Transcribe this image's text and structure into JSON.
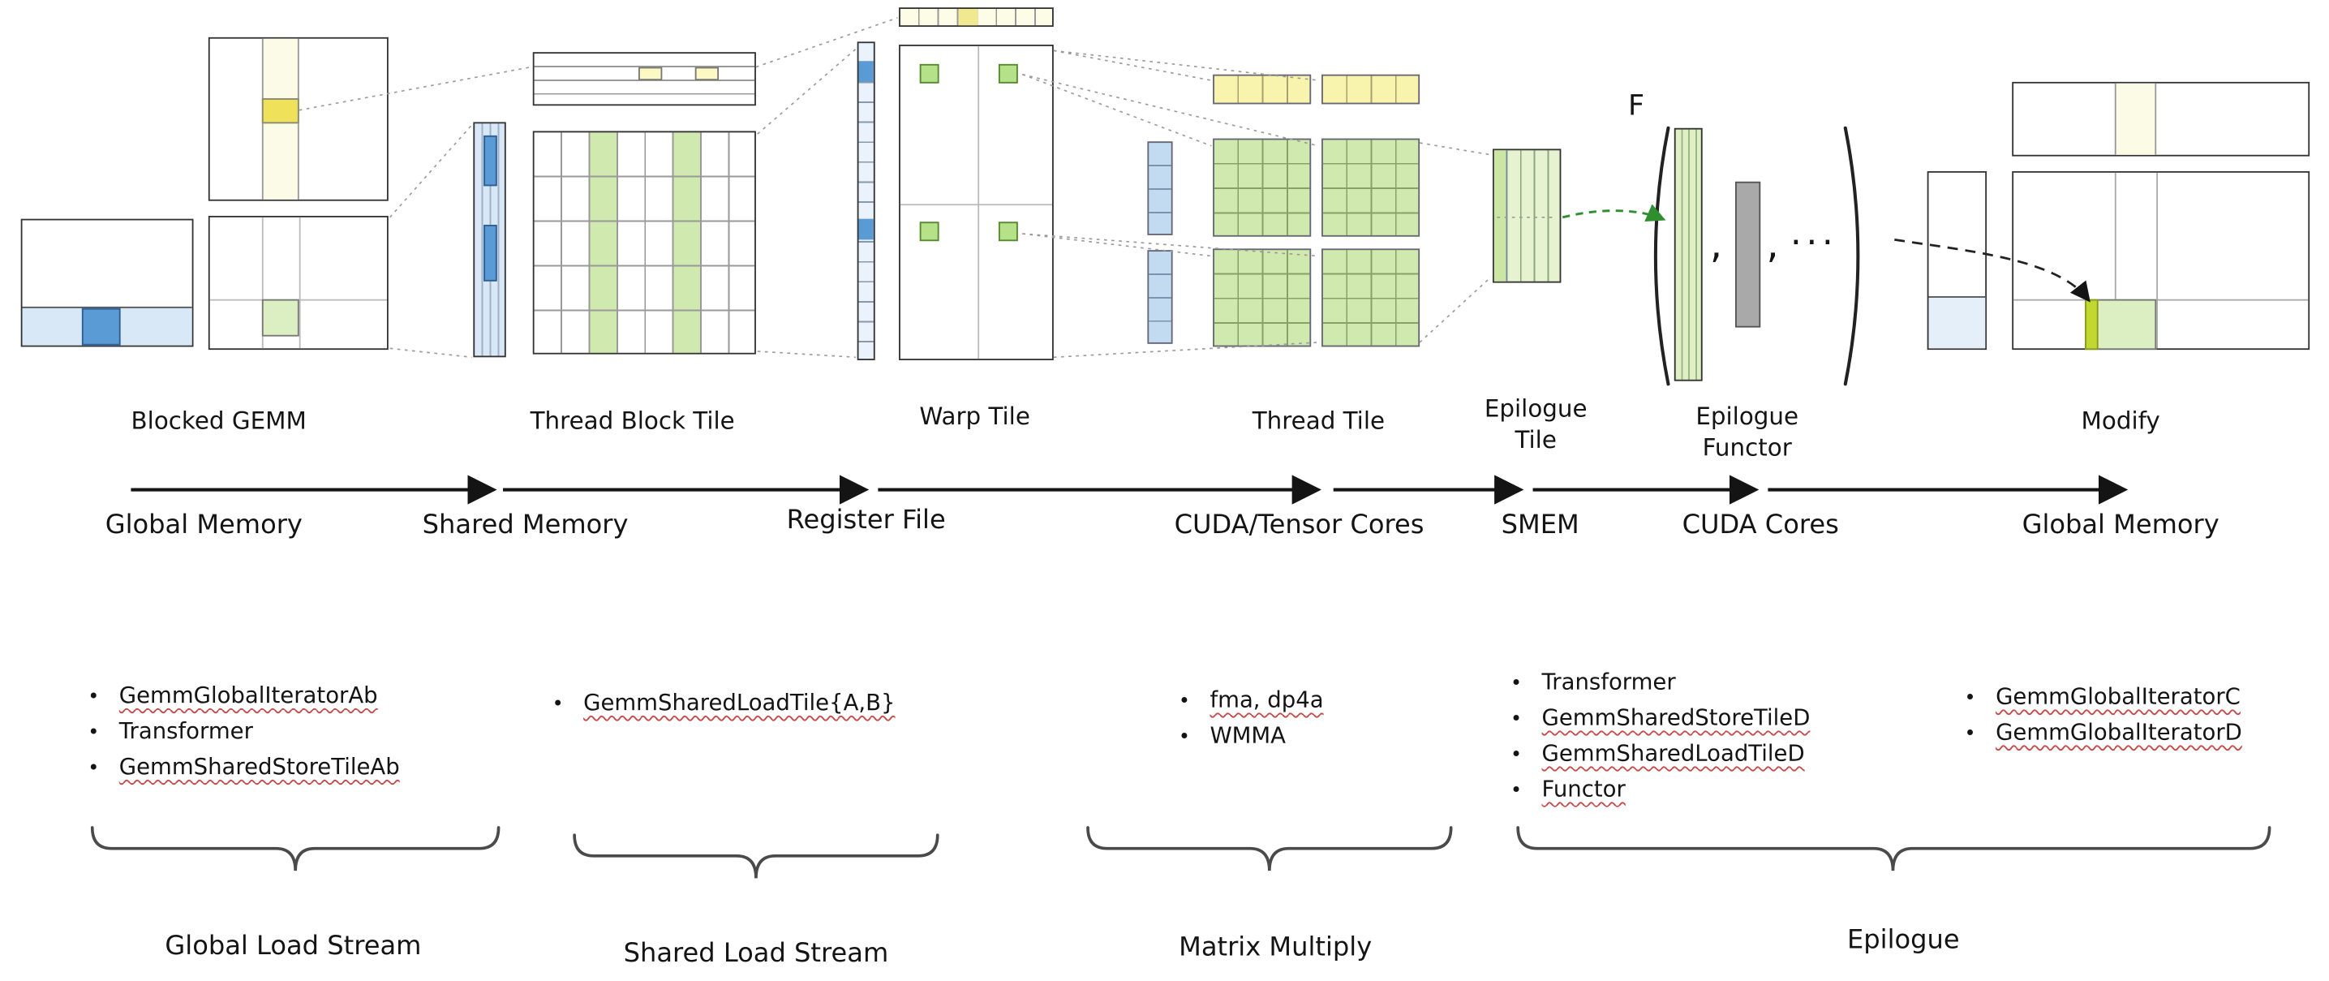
{
  "colors": {
    "light-blue": "#d9e8f6",
    "mid-blue": "#5b9bd5",
    "pale-blue": "#c2dbf0",
    "cream": "#fdfce6",
    "strip-yellow": "#f8f4ad",
    "yellow": "#efe15a",
    "light-green": "#dcefc2",
    "grid-green": "#cfe9ae",
    "bright-green": "#c2d830",
    "gray": "#a9a9a9",
    "text": "#141414",
    "squiggle": "#c64a4a",
    "arrow-green": "#2f8f2f",
    "dotted": "#9a9a9a"
  },
  "stages": {
    "blocked_gemm": "Blocked GEMM",
    "thread_block_tile": "Thread Block Tile",
    "warp_tile": "Warp Tile",
    "thread_tile": "Thread Tile",
    "epilogue_tile": "Epilogue\nTile",
    "epilogue_functor": "Epilogue\nFunctor",
    "modify": "Modify"
  },
  "functor": {
    "f": "F",
    "comma1": ",",
    "comma2": ",",
    "ellipsis": "..."
  },
  "memory": [
    "Global Memory",
    "Shared Memory",
    "Register File",
    "CUDA/Tensor Cores",
    "SMEM",
    "CUDA Cores",
    "Global Memory"
  ],
  "bullets": {
    "global_load": {
      "items": [
        {
          "text": "GemmGlobalIteratorAb",
          "misspelled": true
        },
        {
          "text": "Transformer",
          "misspelled": false
        },
        {
          "text": "GemmSharedStoreTileAb",
          "misspelled": true
        }
      ]
    },
    "shared_load": {
      "items": [
        {
          "text": "GemmSharedLoadTile{A,B}",
          "misspelled": true
        }
      ]
    },
    "matrix_multiply": {
      "items": [
        {
          "text": "fma, dp4a",
          "misspelled": true
        },
        {
          "text": "WMMA",
          "misspelled": false
        }
      ]
    },
    "epilogue_a": {
      "items": [
        {
          "text": "Transformer",
          "misspelled": false
        },
        {
          "text": "GemmSharedStoreTileD",
          "misspelled": true
        },
        {
          "text": "GemmSharedLoadTileD",
          "misspelled": true
        },
        {
          "text": "Functor",
          "misspelled": true
        }
      ]
    },
    "epilogue_b": {
      "items": [
        {
          "text": "GemmGlobalIteratorC",
          "misspelled": true
        },
        {
          "text": "GemmGlobalIteratorD",
          "misspelled": true
        }
      ]
    }
  },
  "phases": [
    "Global Load Stream",
    "Shared Load Stream",
    "Matrix Multiply",
    "Epilogue"
  ]
}
